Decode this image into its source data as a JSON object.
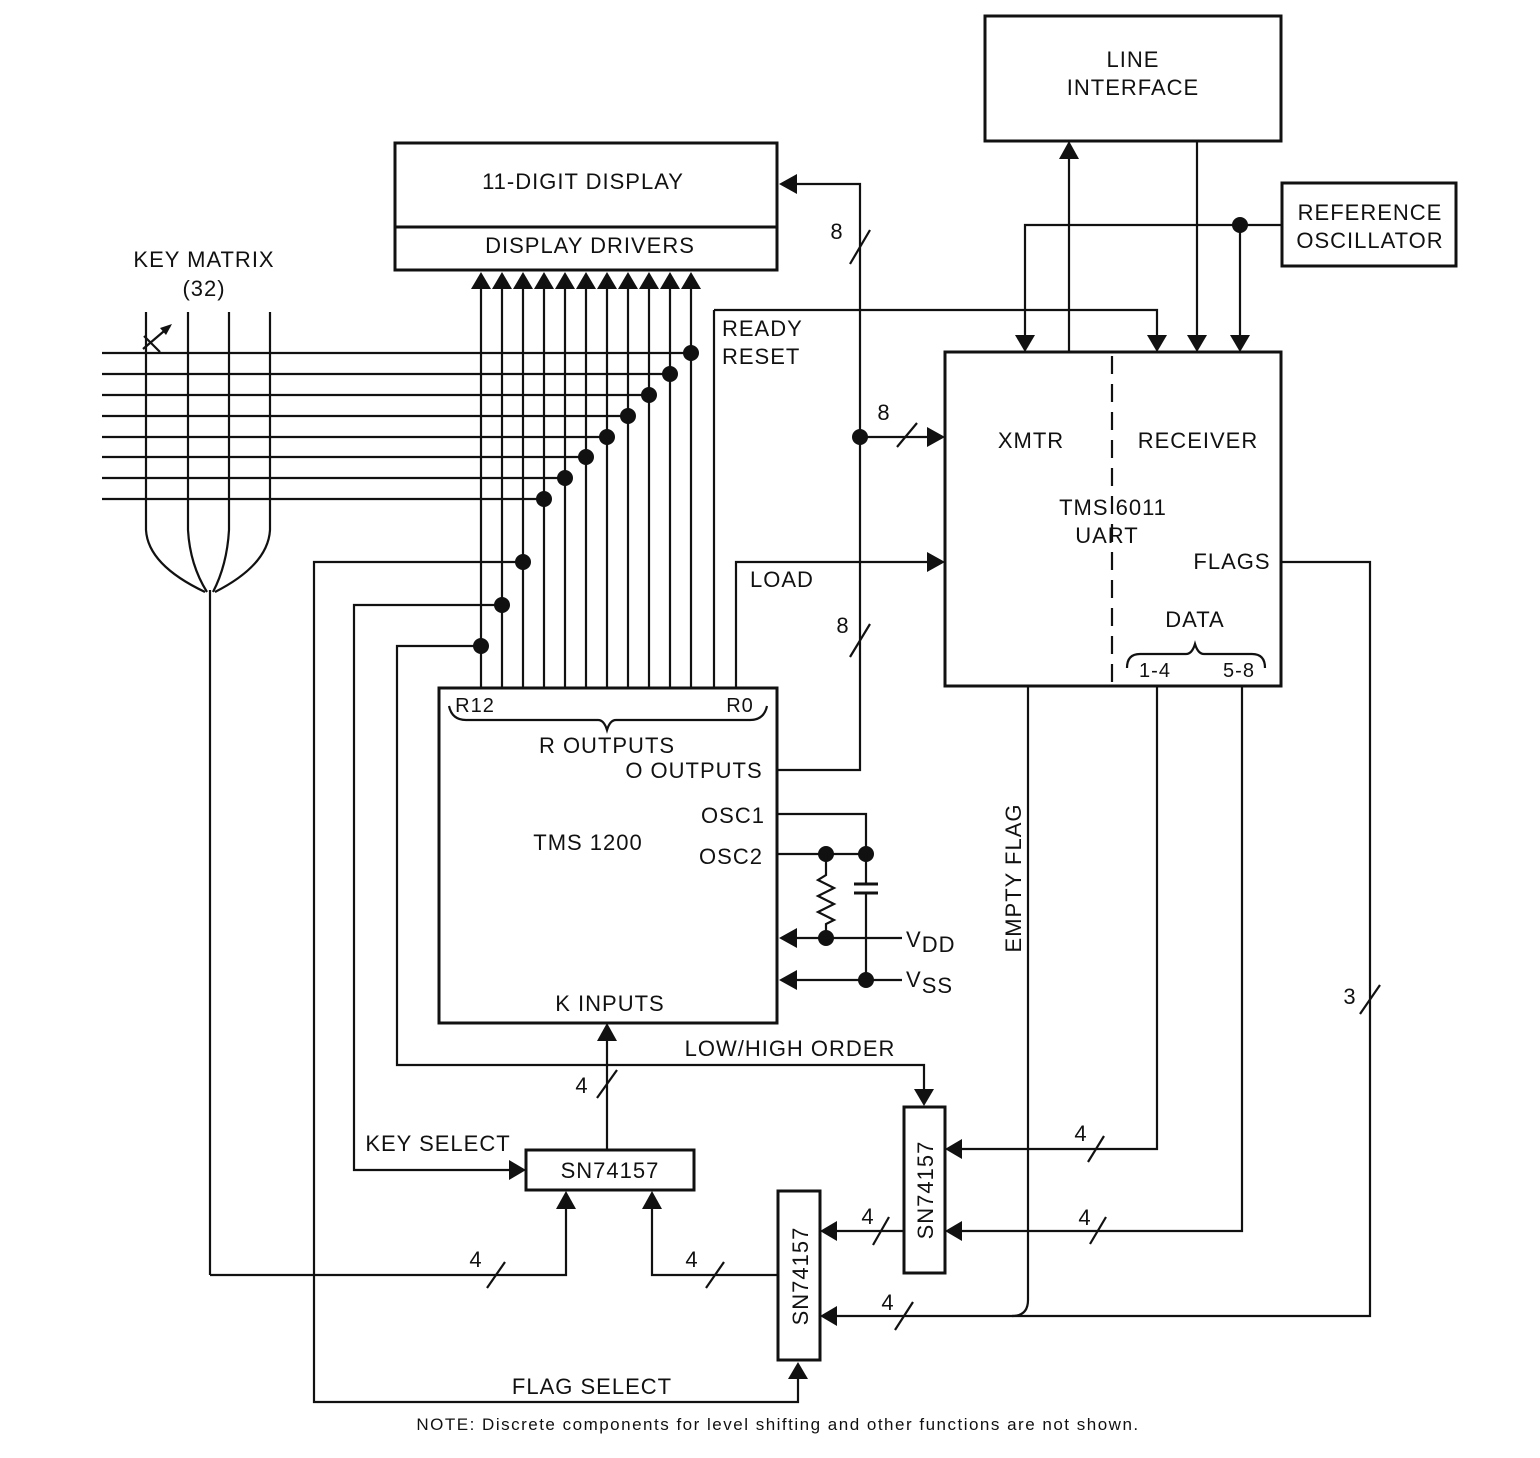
{
  "blocks": {
    "line_interface": [
      "LINE",
      "INTERFACE"
    ],
    "reference_oscillator": [
      "REFERENCE",
      "OSCILLATOR"
    ],
    "display": "11-DIGIT DISPLAY",
    "display_drivers": "DISPLAY DRIVERS",
    "key_matrix": [
      "KEY MATRIX",
      "(32)"
    ],
    "uart": {
      "xmtr": "XMTR",
      "receiver": "RECEIVER",
      "name": [
        "TMS 6011",
        "UART"
      ],
      "flags": "FLAGS",
      "data": "DATA",
      "data_low": "1-4",
      "data_high": "5-8"
    },
    "tms1200": {
      "name": "TMS 1200",
      "r12": "R12",
      "r0": "R0",
      "r_outputs": "R OUTPUTS",
      "o_outputs": "O OUTPUTS",
      "osc1": "OSC1",
      "osc2": "OSC2",
      "k_inputs": "K INPUTS"
    },
    "mux_key": "SN74157",
    "mux_data": "SN74157",
    "mux_flag": "SN74157"
  },
  "signals": {
    "ready_reset": [
      "READY",
      "RESET"
    ],
    "load": "LOAD",
    "empty_flag": "EMPTY FLAG",
    "low_high_order": "LOW/HIGH ORDER",
    "key_select": "KEY SELECT",
    "flag_select": "FLAG SELECT",
    "vdd": "V",
    "vdd_sub": "DD",
    "vss": "V",
    "vss_sub": "SS"
  },
  "bus_widths": {
    "display_bus": "8",
    "xmtr_bus": "8",
    "o_outputs_bus": "8",
    "k_inputs_bus": "4",
    "flags_bus": "3",
    "data_low_bus": "4",
    "data_high_bus": "4",
    "data_mux_out": "4",
    "key_matrix_bus": "4",
    "flag_mux_out": "4",
    "flag_mux_in": "4"
  },
  "note": "NOTE: Discrete components for level shifting and other functions are not shown."
}
